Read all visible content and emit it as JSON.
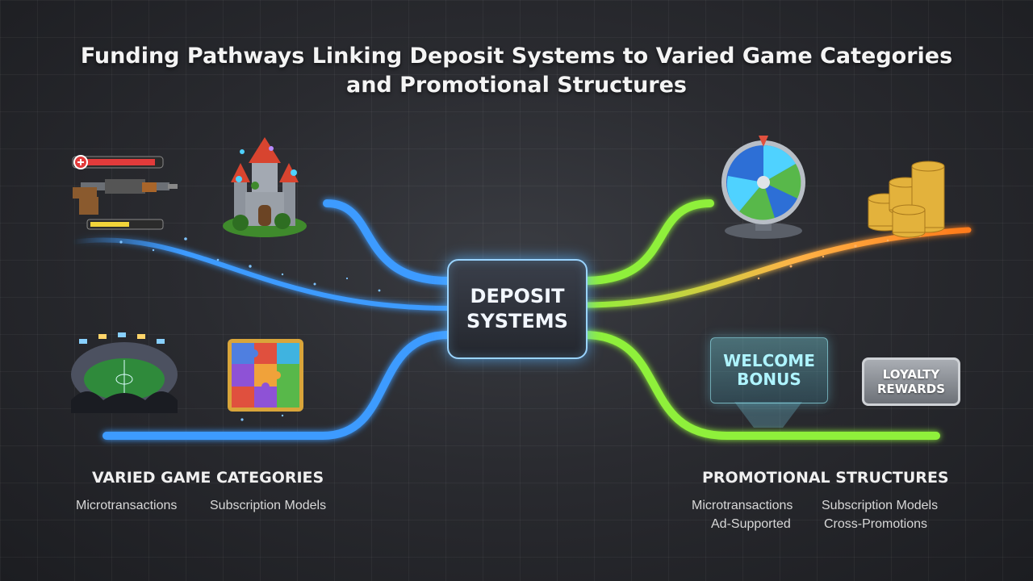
{
  "title": {
    "line1": "Funding Pathways Linking Deposit Systems to Varied Game Categories",
    "line2": "and Promotional Structures"
  },
  "hub": {
    "line1": "DEPOSIT",
    "line2": "SYSTEMS"
  },
  "left_section": {
    "title": "VARIED GAME CATEGORIES",
    "items": [
      "Microtransactions",
      "Subscription Models"
    ]
  },
  "right_section": {
    "title": "PROMOTIONAL STRUCTURES",
    "items": [
      "Microtransactions",
      "Subscription Models",
      "Ad-Supported",
      "Cross-Promotions"
    ]
  },
  "badges": {
    "welcome_line1": "WELCOME",
    "welcome_line2": "BONUS",
    "loyalty_line1": "LOYALTY",
    "loyalty_line2": "REWARDS"
  },
  "icons": {
    "shooter": "shooter-game-icon",
    "castle": "fantasy-castle-icon",
    "stadium": "sports-stadium-icon",
    "puzzle": "puzzle-game-icon",
    "wheel": "prize-wheel-icon",
    "coins": "gold-coins-icon"
  },
  "colors": {
    "left_path": "#3d9bff",
    "right_path": "#8ff03a",
    "orange_path": "#ff8a2a",
    "hub_border": "#9ad4ff"
  }
}
